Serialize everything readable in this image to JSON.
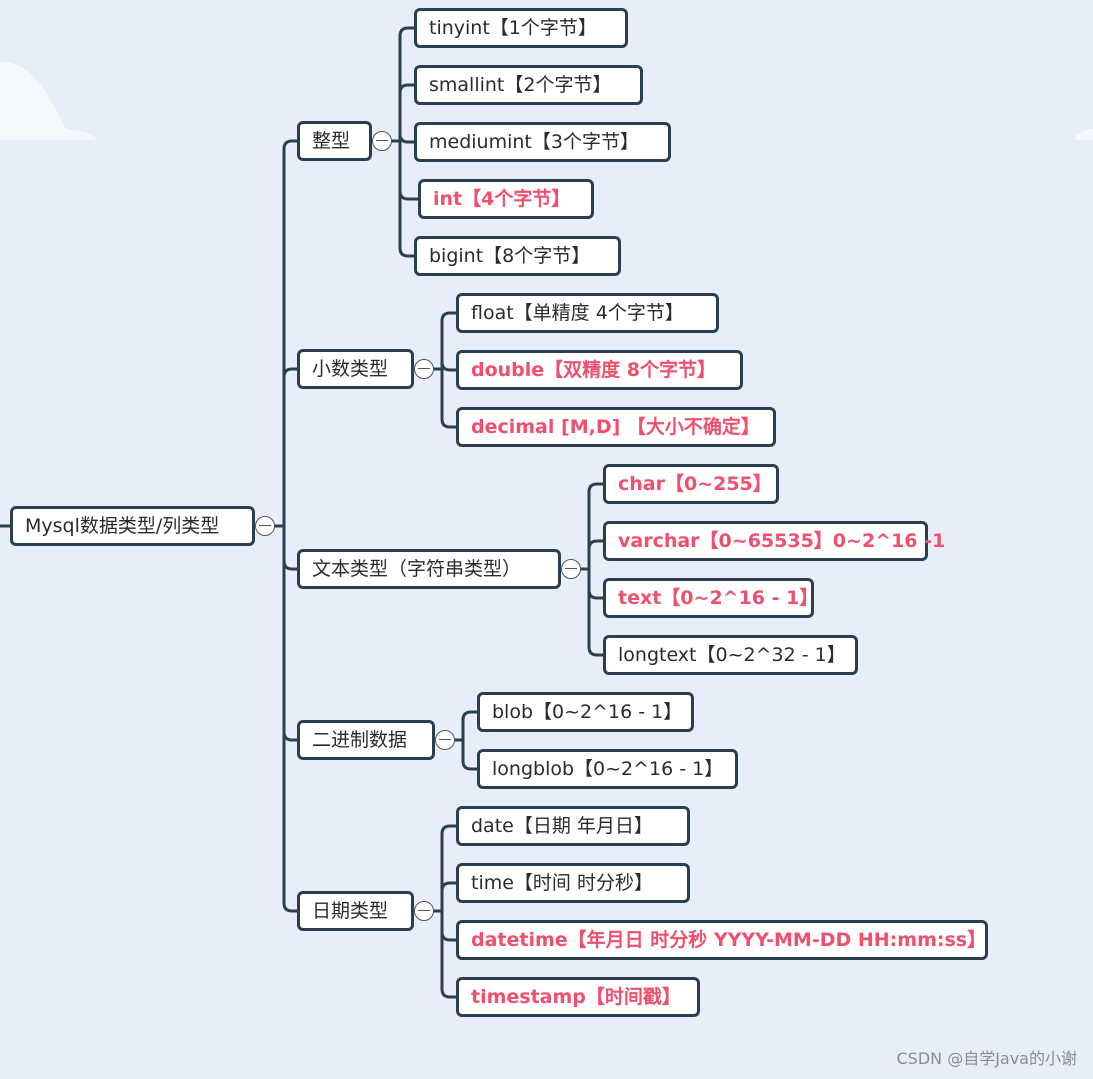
{
  "mindmap": {
    "root": "Mysql数据类型/列类型",
    "branches": [
      {
        "label": "整型",
        "children": [
          {
            "label": "tinyint【1个字节】",
            "highlight": false
          },
          {
            "label": "smallint【2个字节】",
            "highlight": false
          },
          {
            "label": "mediumint【3个字节】",
            "highlight": false
          },
          {
            "label": "int【4个字节】",
            "highlight": true
          },
          {
            "label": "bigint【8个字节】",
            "highlight": false
          }
        ]
      },
      {
        "label": "小数类型",
        "children": [
          {
            "label": "float【单精度 4个字节】",
            "highlight": false
          },
          {
            "label": "double【双精度 8个字节】",
            "highlight": true
          },
          {
            "label": "decimal [M,D] 【大小不确定】",
            "highlight": true
          }
        ]
      },
      {
        "label": "文本类型（字符串类型）",
        "children": [
          {
            "label": "char【0~255】",
            "highlight": true
          },
          {
            "label": "varchar【0~65535】0~2^16 -1",
            "highlight": true
          },
          {
            "label": "text【0~2^16 - 1】",
            "highlight": true
          },
          {
            "label": "longtext【0~2^32 - 1】",
            "highlight": false
          }
        ]
      },
      {
        "label": "二进制数据",
        "children": [
          {
            "label": "blob【0~2^16 - 1】",
            "highlight": false
          },
          {
            "label": "longblob【0~2^16 - 1】",
            "highlight": false
          }
        ]
      },
      {
        "label": "日期类型",
        "children": [
          {
            "label": "date【日期 年月日】",
            "highlight": false
          },
          {
            "label": "time【时间 时分秒】",
            "highlight": false
          },
          {
            "label": "datetime【年月日 时分秒  YYYY-MM-DD HH:mm:ss】",
            "highlight": true
          },
          {
            "label": "timestamp【时间戳】",
            "highlight": true
          }
        ]
      }
    ]
  },
  "watermark": "CSDN @自学Java的小谢",
  "colors": {
    "background": "#e8eef9",
    "line": "#2b3f50",
    "highlight_text": "#f0506e",
    "normal_text": "#2b2b2b"
  }
}
